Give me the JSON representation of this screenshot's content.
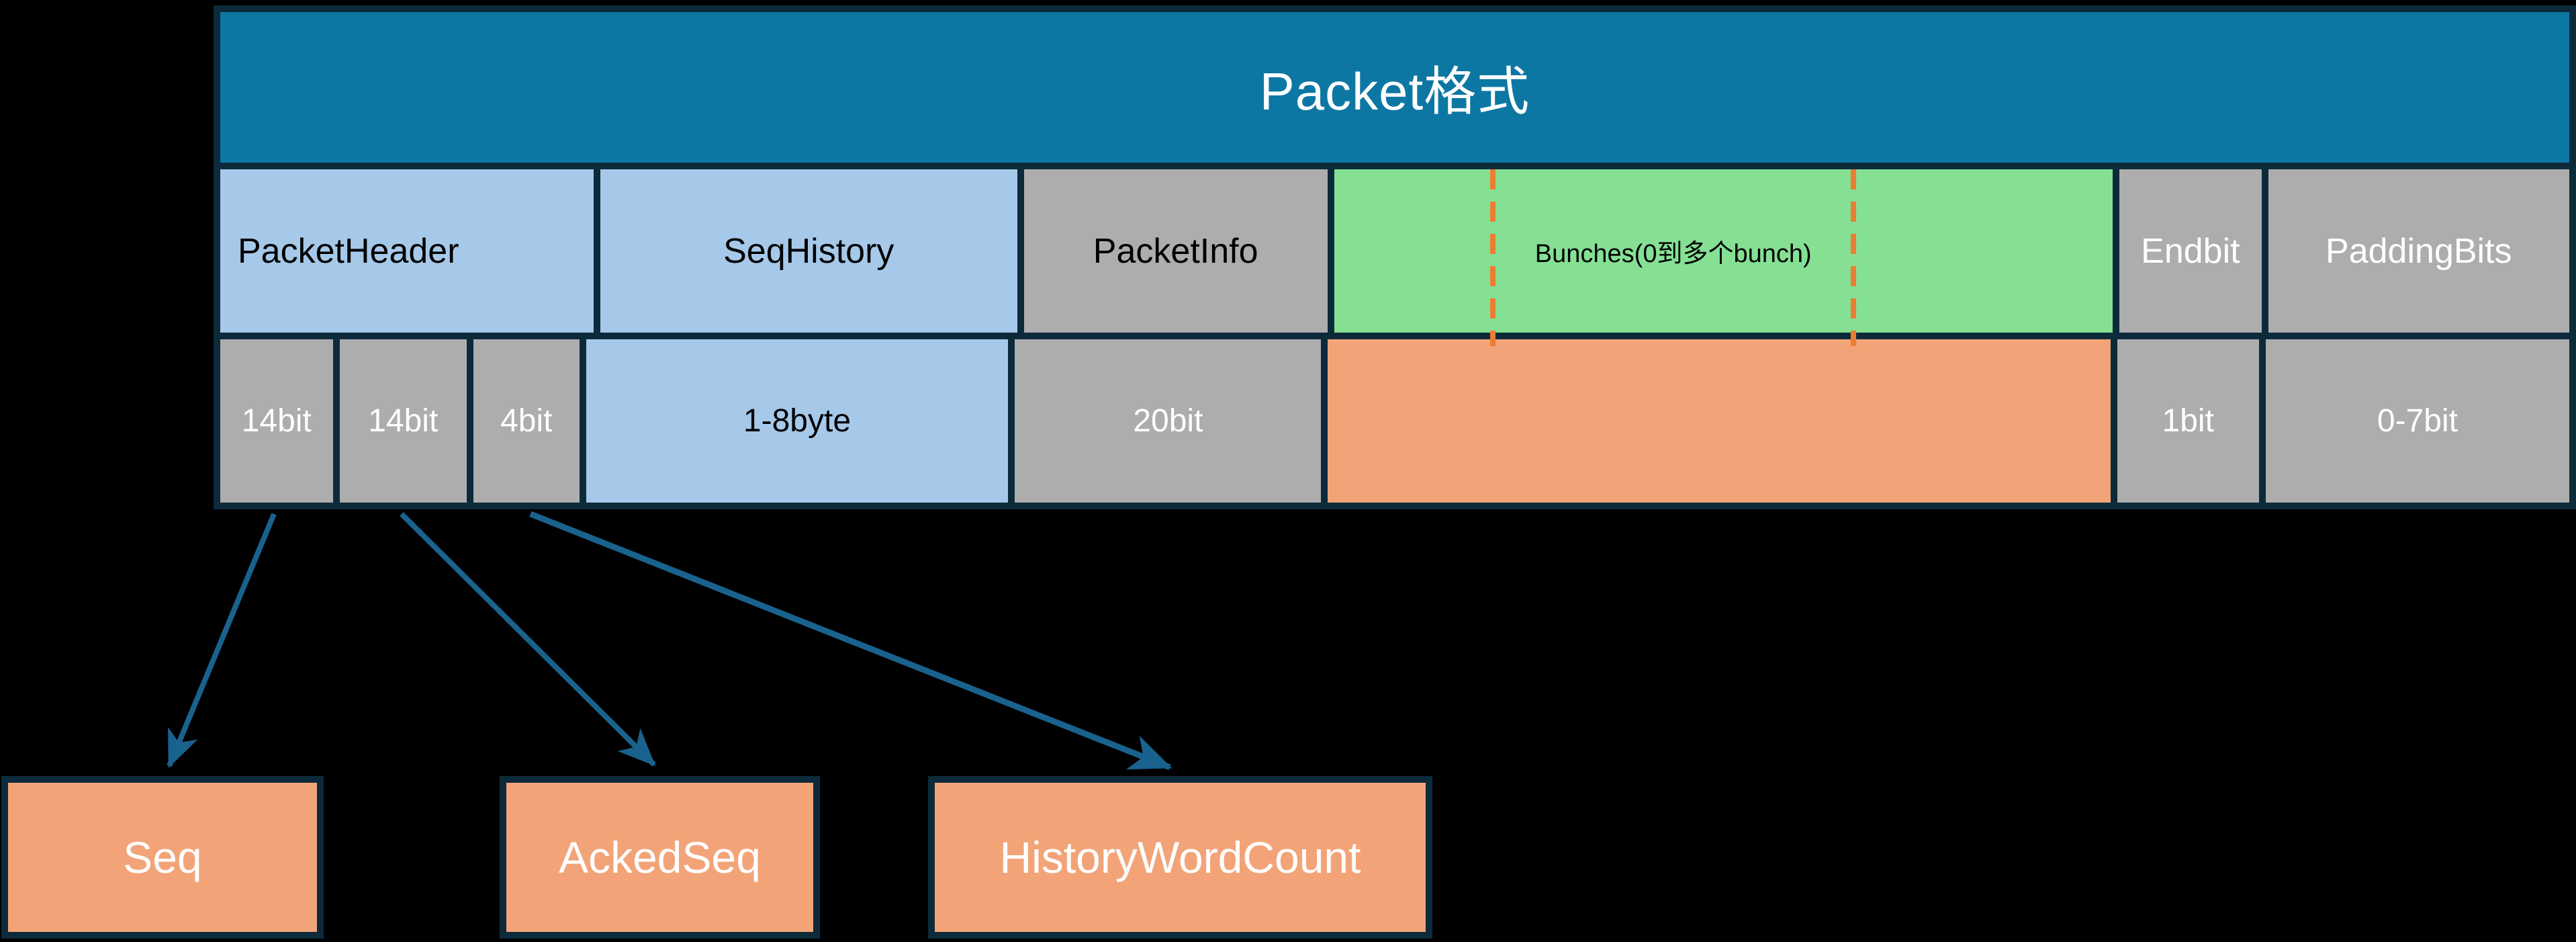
{
  "diagram": {
    "title": "Packet格式",
    "row1": {
      "packet_header": "PacketHeader",
      "seq_history": "SeqHistory",
      "packet_info": "PacketInfo",
      "bunches": "Bunches(0到多个bunch)",
      "endbit": "Endbit",
      "padding_bits": "PaddingBits"
    },
    "row2": {
      "seq_bits": "14bit",
      "acked_seq_bits": "14bit",
      "history_word_count_bits": "4bit",
      "seq_history_size": "1-8byte",
      "packet_info_size": "20bit",
      "bunches_size": "",
      "endbit_size": "1bit",
      "padding_bits_size": "0-7bit"
    },
    "callouts": {
      "seq": "Seq",
      "acked_seq": "AckedSeq",
      "history_word_count": "HistoryWordCount"
    },
    "colors": {
      "background": "#000000",
      "grid_navy": "#0C2A3A",
      "header_teal": "#0D77A3",
      "light_blue": "#A6C9EA",
      "gray": "#ADADAE",
      "green": "#85E094",
      "orange": "#F2A478",
      "dash_orange": "#ED7D31",
      "arrow_teal": "#1A628E",
      "text_dark": "#000000",
      "text_light": "#FFFFFF"
    }
  }
}
